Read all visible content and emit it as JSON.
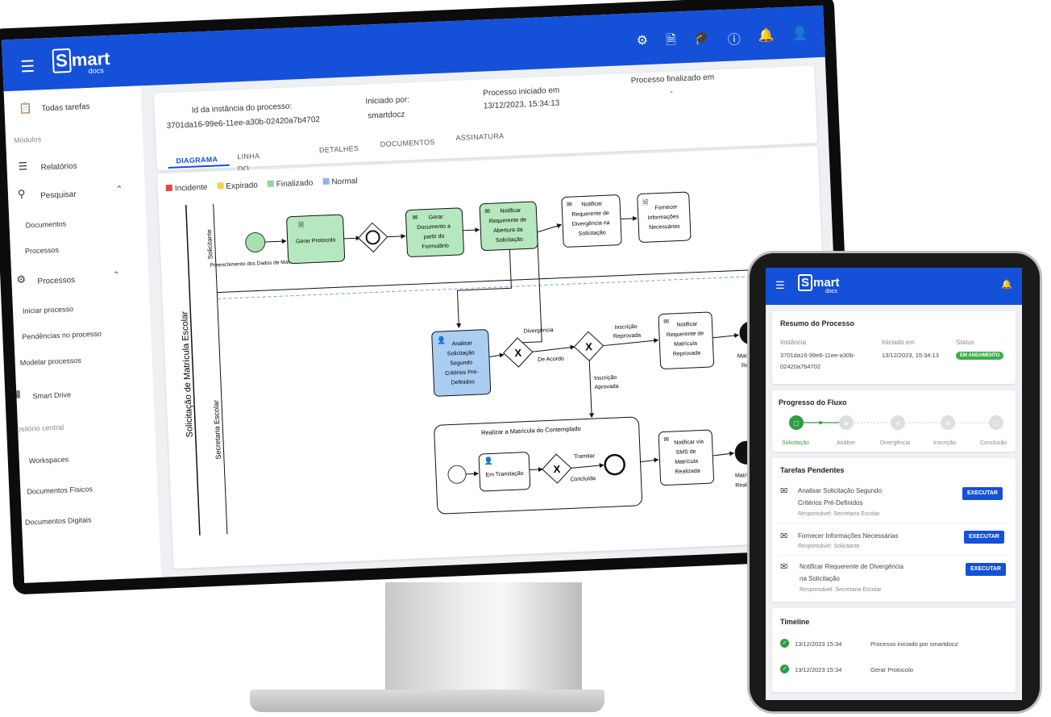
{
  "desktop": {
    "logo": {
      "letter": "S",
      "rest": "mart",
      "sub": "docs"
    },
    "topbar_icons": [
      "gear-icon",
      "document-add-icon",
      "graduation-cap-icon",
      "help-icon",
      "bell-icon",
      "user-icon"
    ],
    "sidebar": {
      "todas_tarefas": "Todas tarefas",
      "modulos_header": "Módulos",
      "relatorios": "Relatórios",
      "pesquisar": "Pesquisar",
      "documentos": "Documentos",
      "processos_sub": "Processos",
      "processos": "Processos",
      "iniciar_processo": "Iniciar processo",
      "pendencias": "Pendências no processo",
      "modelar": "Modelar processos",
      "smart_drive": "Smart Drive",
      "repositorio_header": "Repositório central",
      "workspaces": "Workspaces",
      "documentos_fisicos": "Documentos Físicos",
      "documentos_digitais": "Documentos Digitais"
    },
    "meta": {
      "id_label": "Id da instância do processo:",
      "id_value": "3701da16-99e6-11ee-a30b-02420a7b4702",
      "iniciado_label": "Iniciado por:",
      "iniciado_value": "smartdocz",
      "inicio_label": "Processo iniciado em",
      "inicio_value": "13/12/2023, 15:34:13",
      "fim_label": "Processo finalizado em",
      "fim_value": "-"
    },
    "tabs": [
      "DIAGRAMA",
      "LINHA DO TEMPO",
      "DETALHES",
      "DOCUMENTOS",
      "ASSINATURA"
    ],
    "legend": [
      {
        "label": "Incidente",
        "color": "#e04646"
      },
      {
        "label": "Expirado",
        "color": "#f2d24b"
      },
      {
        "label": "Finalizado",
        "color": "#8fd49b"
      },
      {
        "label": "Normal",
        "color": "#8fb5e8"
      }
    ],
    "diagram": {
      "pool": "Solicitação de Matrícula Escolar",
      "lane1": "Solicitante",
      "lane2": "Secretaria Escolar",
      "start_label": "Preenchimento dos Dados de Matrícula",
      "gerar_protocolo": "Gerar Protocolo",
      "gerar_documento": [
        "Gerar",
        "Documento a",
        "partir do",
        "Formulário"
      ],
      "notificar_abertura": [
        "Notificar",
        "Requerente de",
        "Abertura da",
        "Solicitação"
      ],
      "notificar_divergencia": [
        "Notificar",
        "Requerente de",
        "Divergência na",
        "Solicitação"
      ],
      "fornecer_info": [
        "Fornecer",
        "Informações",
        "Necessárias"
      ],
      "analisar": [
        "Analisar",
        "Solicitação",
        "Segundo",
        "Critérios Pré-",
        "Definidos"
      ],
      "divergencia": "Divergência",
      "de_acordo": "De Acordo",
      "inscricao_reprovada": [
        "Inscrição",
        "Reprovada"
      ],
      "inscricao_aprovada": [
        "Inscrição",
        "Aprovada"
      ],
      "notificar_reprovada": [
        "Notificar",
        "Requerente de",
        "Matrícula",
        "Reprovada"
      ],
      "matricula_nao": [
        "Matrícula n",
        "Realizada"
      ],
      "subprocess": "Realizar a Matrícula do Contemplado",
      "em_tramitacao": "Em Tramitação",
      "tramitar": "Tramitar",
      "concluida": "Concluída",
      "notificar_sms": [
        "Notificar via",
        "SMS de",
        "Matrícula",
        "Realizada"
      ],
      "matricula_realizada": [
        "Matrícula",
        "Realizada"
      ]
    }
  },
  "tablet": {
    "logo": {
      "letter": "S",
      "rest": "mart",
      "sub": "docs"
    },
    "resumo": {
      "title": "Resumo do Processo",
      "instancia_label": "Instância",
      "instancia_value_1": "3701da16-99e6-11ee-a30b-",
      "instancia_value_2": "02420a7b4702",
      "iniciado_label": "Iniciado em",
      "iniciado_value": "13/12/2023, 15:34:13",
      "status_label": "Status",
      "status_value": "EM ANDAMENTO"
    },
    "progresso": {
      "title": "Progresso do Fluxo",
      "steps": [
        "Solicitação",
        "Análise",
        "Divergência",
        "Inscrição",
        "Conclusão"
      ]
    },
    "tarefas": {
      "title": "Tarefas Pendentes",
      "button": "EXECUTAR",
      "items": [
        {
          "line1": "Analisar Solicitação Segundo",
          "line2": "Critérios Pré-Definidos",
          "resp": "Responsável: Secretaria Escolar"
        },
        {
          "line1": "Fornecer Informações Necessárias",
          "line2": "",
          "resp": "Responsável: Solicitante"
        },
        {
          "line1": "Notificar Requerente de Divergência",
          "line2": "na Solicitação",
          "resp": "Responsável: Secretaria Escolar"
        }
      ]
    },
    "timeline": {
      "title": "Timeline",
      "items": [
        {
          "date": "13/12/2023 15:34",
          "text": "Processo iniciado por smartdocz"
        },
        {
          "date": "13/12/2023 15:34",
          "text": "Gerar Protocolo"
        }
      ]
    }
  }
}
